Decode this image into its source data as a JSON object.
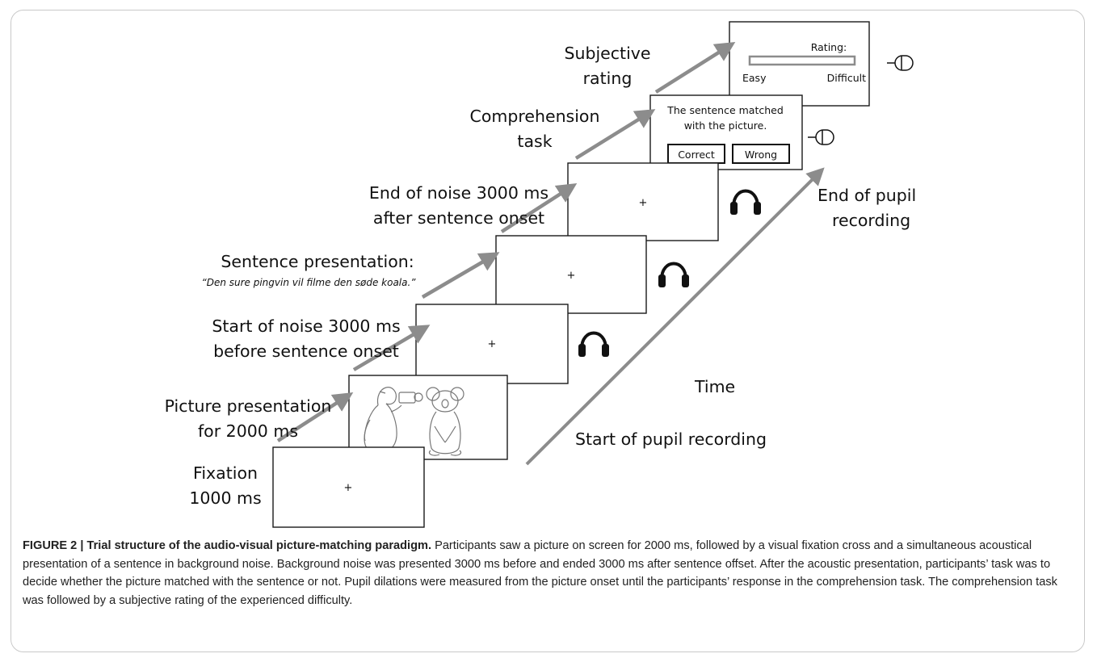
{
  "labels": {
    "subjective_rating": [
      "Subjective",
      "rating"
    ],
    "comprehension_task": [
      "Comprehension",
      "task"
    ],
    "end_noise": [
      "End of noise 3000 ms",
      "after sentence onset"
    ],
    "sentence_presentation": "Sentence presentation:",
    "sentence_example": "“Den sure pingvin vil filme den søde koala.”",
    "start_noise": [
      "Start of noise 3000 ms",
      "before sentence onset"
    ],
    "picture_presentation": [
      "Picture presentation",
      "for 2000 ms"
    ],
    "fixation": [
      "Fixation",
      "1000 ms"
    ],
    "end_pupil": [
      "End of pupil",
      "recording"
    ],
    "time": "Time",
    "start_pupil": "Start of pupil recording"
  },
  "screens": {
    "fixation_symbol": "+",
    "comprehension_text": [
      "The sentence matched",
      "with the picture."
    ],
    "correct_button": "Correct",
    "wrong_button": "Wrong",
    "rating_title": "Rating:",
    "rating_easy": "Easy",
    "rating_difficult": "Difficult"
  },
  "colors": {
    "arrow": "#8c8c8c",
    "frame": "#c9c9c9"
  },
  "caption": {
    "heading": "FIGURE 2 | Trial structure of the audio-visual picture-matching paradigm.",
    "body": " Participants saw a picture on screen for 2000 ms, followed by a visual fixation cross and a simultaneous acoustical presentation of a sentence in background noise. Background noise was presented 3000 ms before and ended 3000 ms after sentence offset. After the acoustic presentation, participants’ task was to decide whether the picture matched with the sentence or not. Pupil dilations were measured from the picture onset until the participants’ response in the comprehension task. The comprehension task was followed by a subjective rating of the experienced difficulty."
  }
}
